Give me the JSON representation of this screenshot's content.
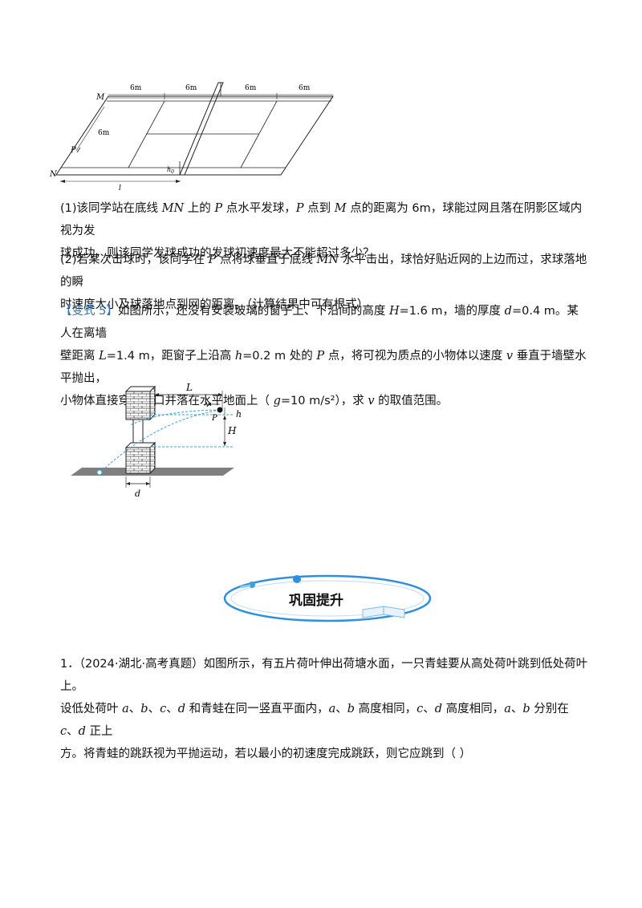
{
  "figure1": {
    "label_M": "M",
    "label_N": "N",
    "label_P": "P",
    "label_6m_top": [
      "6m",
      "6m",
      "6m",
      "6m"
    ],
    "label_6m_side": "6m",
    "label_h0": "h",
    "label_h0_sub": "0",
    "label_l": "l"
  },
  "q1": {
    "num": "(1)",
    "t1": "该同学站在底线 ",
    "MN": "MN",
    "t2": " 上的 ",
    "P": "P",
    "t3": " 点水平发球，",
    "P2": "P",
    "t4": " 点到 ",
    "M": "M",
    "t5": " 点的距离为 6m，球能过网且落在阴影区域内视为发",
    "line2": "球成功，则该同学发球成功的发球初速度最大不能超过多少？"
  },
  "q2": {
    "num": "(2)",
    "t1": "若某次击球时，该同学在 ",
    "P": "P",
    "t2": " 点将球垂直于底线 ",
    "MN": "MN",
    "t3": " 水平击出，球恰好贴近网的上边而过，求球落地的瞬",
    "line2": "时速度大小及球落地点到网的距离。（计算结果中可有根式）"
  },
  "variant5": {
    "tag": "【变式 5】",
    "t1": "如图所示，还没有安装玻璃的窗子上、下沿间的高度 ",
    "H": "H",
    "t2": "=1.6 m，墙的厚度 ",
    "d": "d",
    "t3": "=0.4 m。某人在离墙",
    "l2a": "壁距离 ",
    "L": "L",
    "l2b": "=1.4 m，距窗子上沿高 ",
    "h": "h",
    "l2c": "=0.2 m 处的 ",
    "P": "P",
    "l2d": " 点，将可视为质点的小物体以速度 ",
    "v": "v",
    "l2e": " 垂直于墙壁水平抛出，",
    "l3a": "小物体直接穿过窗口并落在水平地面上（ ",
    "g": "g",
    "l3b": "=10 m/s²），求 ",
    "v2": "v",
    "l3c": " 的取值范围。"
  },
  "figure2": {
    "label_L": "L",
    "label_v": "v",
    "label_P": "P",
    "label_h": "h",
    "label_H": "H",
    "label_d": "d"
  },
  "section": {
    "title": "巩固提升",
    "accent_color": "#2e8fe0"
  },
  "q3": {
    "num": "1．",
    "source": "（2024·湖北·高考真题）",
    "t1": "如图所示，有五片荷叶伸出荷塘水面，一只青蛙要从高处荷叶跳到低处荷叶上。",
    "l2a": "设低处荷叶 ",
    "a": "a",
    "s1": "、",
    "b": "b",
    "s2": "、",
    "c": "c",
    "s3": "、",
    "d": "d",
    "l2b": " 和青蛙在同一竖直平面内，",
    "a2": "a",
    "s4": "、",
    "b2": "b",
    "l2c": " 高度相同，",
    "c2": "c",
    "s5": "、",
    "d2": "d",
    "l2d": " 高度相同，",
    "a3": "a",
    "s6": "、",
    "b3": "b",
    "l2e": " 分别在 ",
    "c3": "c",
    "s7": "、",
    "d3": "d",
    "l2f": " 正上",
    "line3": "方。将青蛙的跳跃视为平抛运动，若以最小的初速度完成跳跃，则它应跳到（        ）"
  }
}
